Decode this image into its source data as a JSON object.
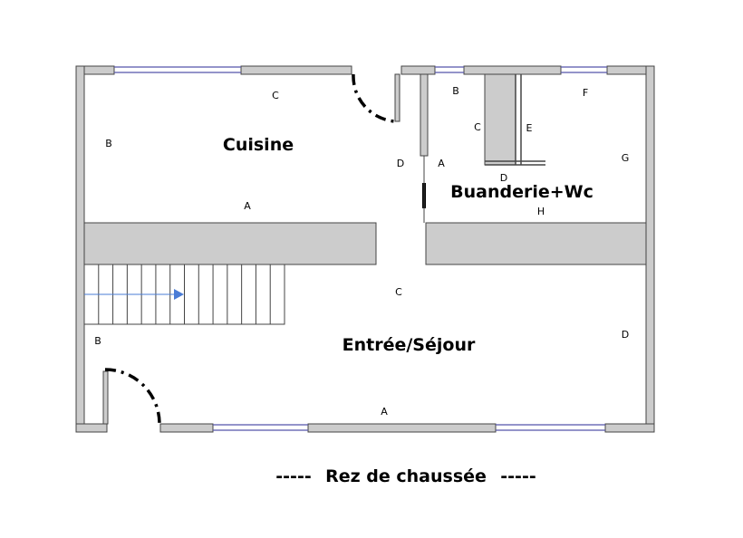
{
  "colors": {
    "wall_fill": "#cccccc",
    "wall_stroke": "#444444",
    "window_line": "#5555aa",
    "door_arc": "#000000",
    "stair_arrow": "#4a7cd6"
  },
  "rooms": {
    "cuisine": "Cuisine",
    "buanderie": "Buanderie+Wc",
    "sejour": "Entrée/Séjour"
  },
  "wall_labels": {
    "cuisine": [
      "A",
      "B",
      "C",
      "D"
    ],
    "buanderie": [
      "A",
      "B",
      "C",
      "D",
      "E",
      "F",
      "G",
      "H"
    ],
    "sejour": [
      "A",
      "B",
      "C",
      "D"
    ]
  },
  "caption": {
    "text": "Rez de chaussée",
    "left_dashes": "-----",
    "right_dashes": "-----"
  }
}
